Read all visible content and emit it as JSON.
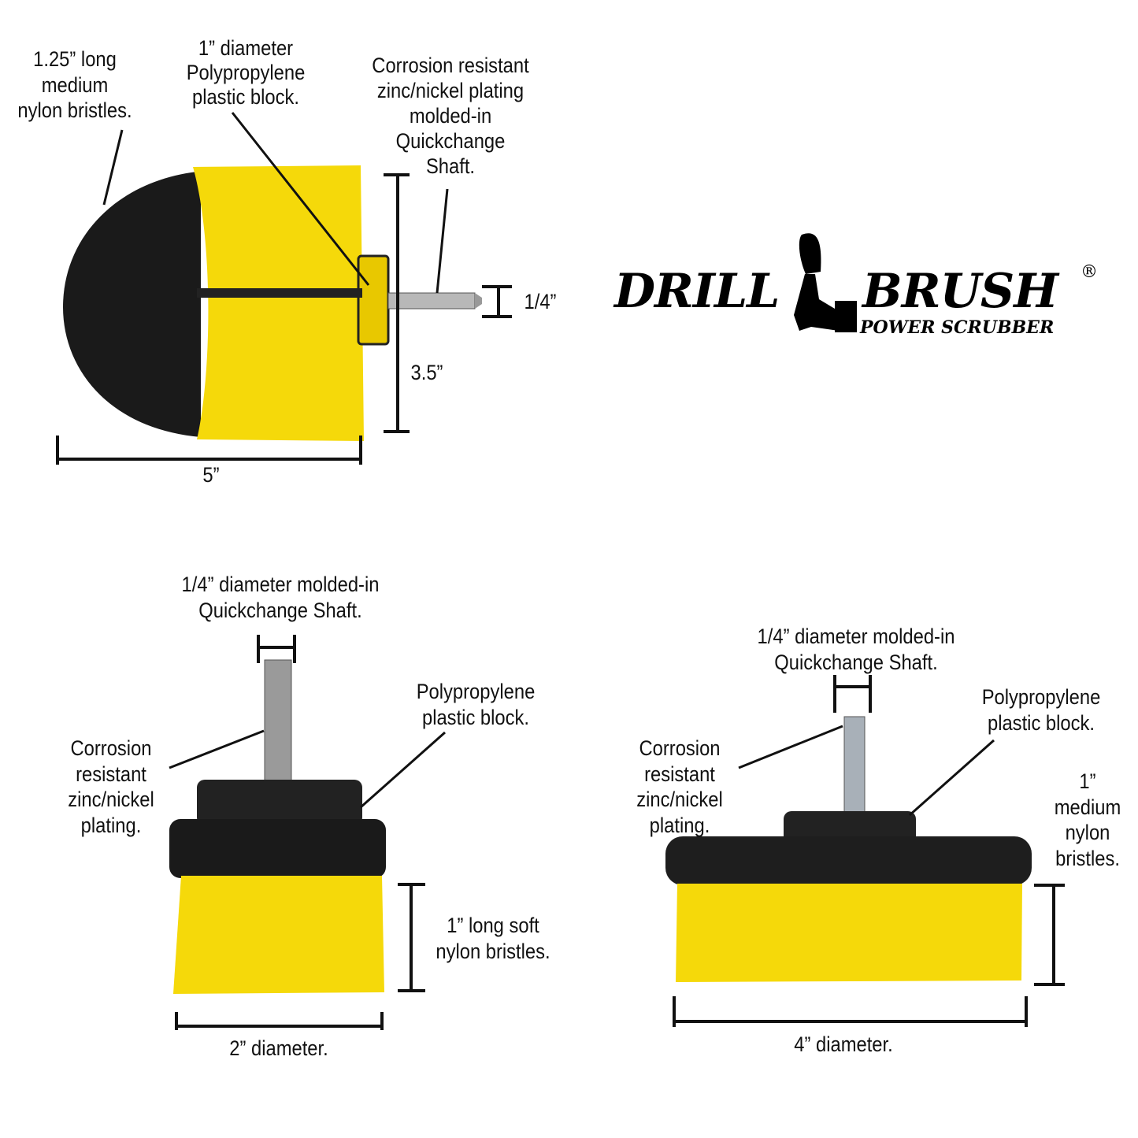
{
  "logo": {
    "word1": "DRILL",
    "word2": "BRUSH",
    "tagline": "POWER SCRUBBER",
    "registered": "®",
    "brand_label_on_brush": "DRILLBRUSH®"
  },
  "colors": {
    "bristle_yellow": "#f5d90a",
    "bristle_black": "#1a1a1a",
    "block_black": "#222222",
    "shaft_silver": "#b8b8b8"
  },
  "top_brush": {
    "bristles_label": [
      "1.25” long",
      "medium",
      "nylon bristles."
    ],
    "block_label": [
      "1” diameter",
      "Polypropylene",
      "plastic block."
    ],
    "shaft_label": [
      "Corrosion resistant",
      "zinc/nickel plating",
      "molded-in",
      "Quickchange",
      "Shaft."
    ],
    "shaft_dim": "1/4”",
    "height_dim": "3.5”",
    "width_dim": "5”"
  },
  "small_brush": {
    "shaft_label": [
      "1/4” diameter molded-in",
      "Quickchange Shaft."
    ],
    "block_label": [
      "Polypropylene",
      "plastic block."
    ],
    "plating_label": [
      "Corrosion",
      "resistant",
      "zinc/nickel",
      "plating."
    ],
    "bristles_label": [
      "1” long soft",
      "nylon bristles."
    ],
    "diameter_dim": "2” diameter."
  },
  "large_brush": {
    "shaft_label": [
      "1/4” diameter molded-in",
      "Quickchange Shaft."
    ],
    "block_label": [
      "Polypropylene",
      "plastic block."
    ],
    "plating_label": [
      "Corrosion",
      "resistant",
      "zinc/nickel",
      "plating."
    ],
    "bristles_label": [
      "1”",
      "medium",
      "nylon",
      "bristles."
    ],
    "diameter_dim": "4” diameter."
  }
}
